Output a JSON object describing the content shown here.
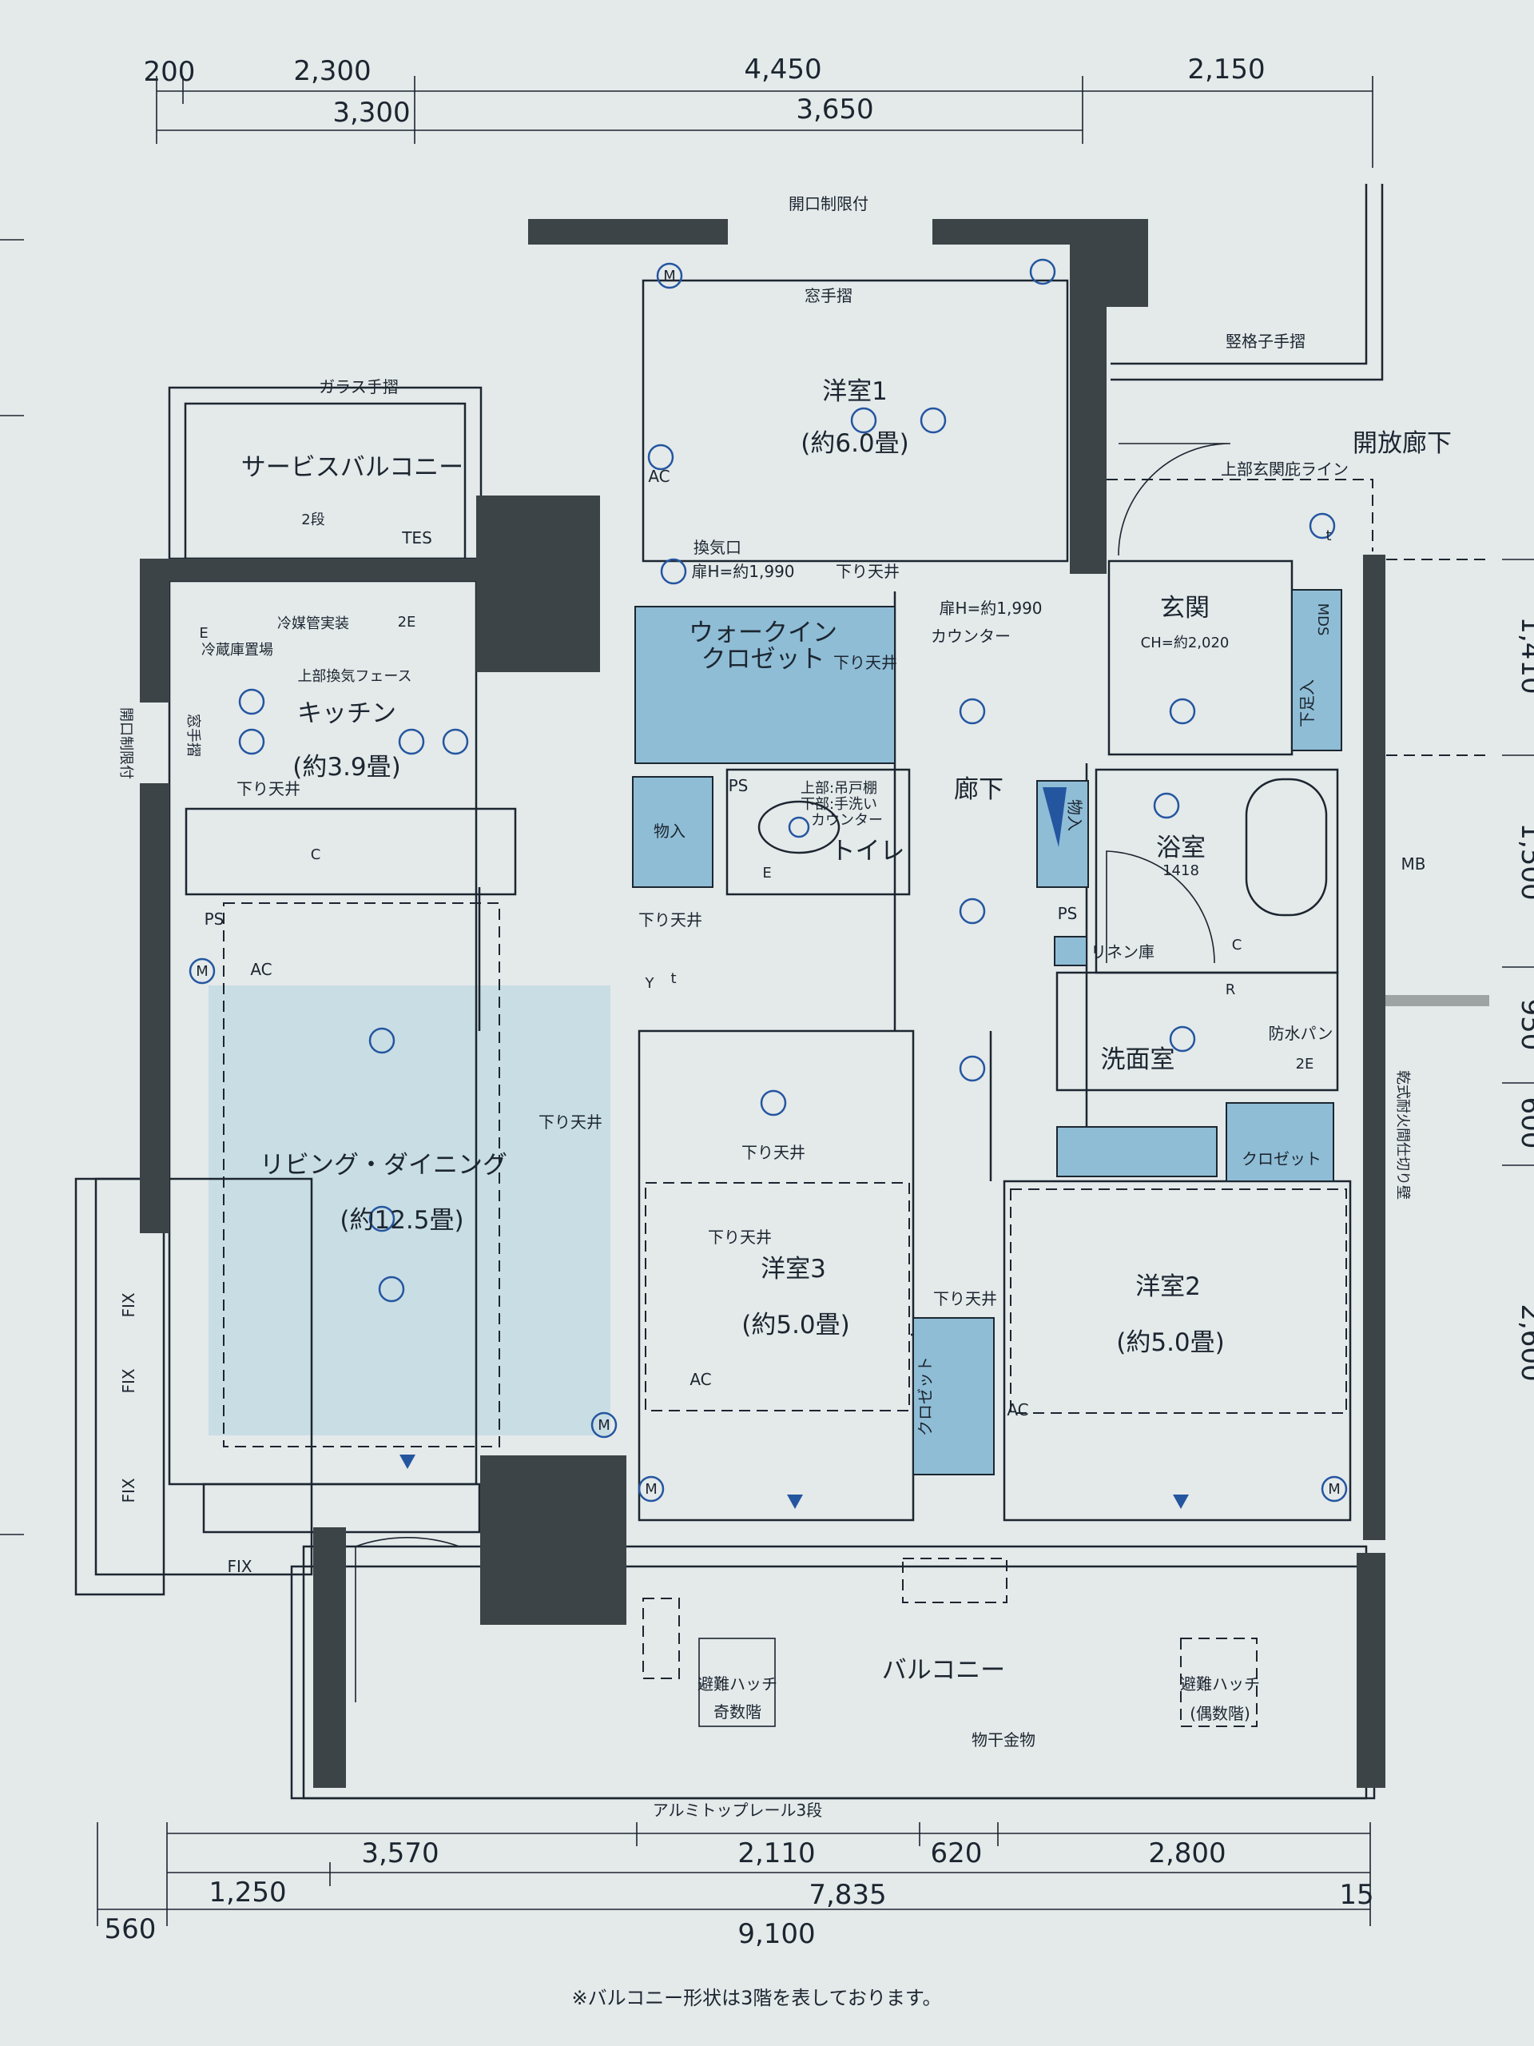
{
  "colors": {
    "background": "#e4e9ea",
    "wall": "#3c4447",
    "storage_fill": "#8fbdd6",
    "living_fill": "#c9dde4",
    "fixture_blue": "#2456a0"
  },
  "dimensions": {
    "top_row1": [
      "200",
      "2,300",
      "4,450",
      "2,150"
    ],
    "top_row2": [
      "3,300",
      "3,650"
    ],
    "bottom_row1": [
      "3,570",
      "2,110",
      "620",
      "2,800"
    ],
    "bottom_row2": [
      "1,250",
      "7,835",
      "15"
    ],
    "bottom_row3": [
      "560",
      "9,100"
    ],
    "right": [
      "1,410",
      "1,500",
      "950",
      "600",
      "2,600"
    ]
  },
  "rooms": {
    "western1": {
      "name": "洋室1",
      "size": "(約6.0畳)"
    },
    "western2": {
      "name": "洋室2",
      "size": "(約5.0畳)"
    },
    "western3": {
      "name": "洋室3",
      "size": "(約5.0畳)"
    },
    "kitchen": {
      "name": "キッチン",
      "size": "(約3.9畳)"
    },
    "living": {
      "name": "リビング・ダイニング",
      "size": "(約12.5畳)"
    },
    "wic": {
      "line1": "ウォークイン",
      "line2": "クロゼット"
    },
    "entrance": {
      "name": "玄関",
      "ch": "CH=約2,020"
    },
    "corridor": "廊下",
    "toilet": "トイレ",
    "bath": {
      "name": "浴室",
      "code": "1418"
    },
    "washroom": "洗面室",
    "service_balcony": "サービスバルコニー",
    "balcony": "バルコニー",
    "open_corridor": "開放廊下"
  },
  "labels": {
    "opening_limit": "開口制限付",
    "window_rail": "窓手摺",
    "glass_rail": "ガラス手摺",
    "vertical_rail": "竪格子手摺",
    "eave_line": "上部玄関庇ライン",
    "two_step": "2段",
    "tes": "TES",
    "vent": "換気口",
    "door_h": "扉H=約1,990",
    "lowered_ceiling": "下り天井",
    "counter": "カウンター",
    "refrigerant": "冷媒管実装",
    "fridge": "冷蔵庫置場",
    "vent_face": "上部換気フェース",
    "storage": "物入",
    "ps": "PS",
    "toilet_note1": "上部:吊戸棚",
    "toilet_note2": "下部:手洗い",
    "toilet_note3": "カウンター",
    "shoe_storage": "下足入",
    "mds": "MDS",
    "linen": "リネン庫",
    "waterproof_pan": "防水パン",
    "closet": "クロゼット",
    "mb": "MB",
    "fire_wall": "乾式耐火間仕切り壁",
    "ac": "AC",
    "e": "E",
    "two_e": "2E",
    "c": "C",
    "r": "R",
    "m": "M",
    "t": "t",
    "y": "Y",
    "fix": "FIX",
    "hatch": "避難ハッチ",
    "odd_floor": "奇数階",
    "even_floor": "(偶数階)",
    "laundry": "物干金物",
    "top_rail": "アルミトップレール3段"
  },
  "note": "※バルコニー形状は3階を表しております。"
}
